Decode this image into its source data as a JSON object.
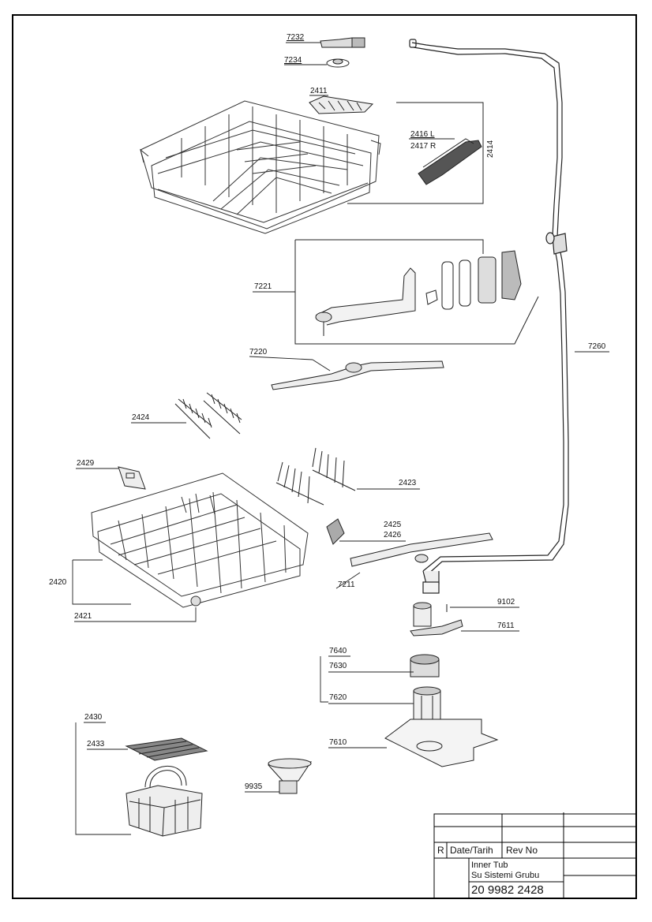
{
  "parts": {
    "p7232": "7232",
    "p7234": "7234",
    "p2411": "2411",
    "p2416": "2416 L",
    "p2417": "2417 R",
    "p2414": "2414",
    "p7221": "7221",
    "p7220": "7220",
    "p7260": "7260",
    "p2424": "2424",
    "p2429": "2429",
    "p2423": "2423",
    "p2425": "2425",
    "p2426": "2426",
    "p7211": "7211",
    "p2420": "2420",
    "p2421": "2421",
    "p9102": "9102",
    "p7611": "7611",
    "p7640": "7640",
    "p7630": "7630",
    "p7620": "7620",
    "p7610": "7610",
    "p2430": "2430",
    "p2433": "2433",
    "p9935": "9935"
  },
  "title_block": {
    "rev_letter": "R",
    "date_label": "Date/Tarih",
    "rev_no_label": "Rev No",
    "title_en": "Inner Tub",
    "title_tr": "Su Sistemi Grubu",
    "drawing_no": "20 9982 2428"
  }
}
